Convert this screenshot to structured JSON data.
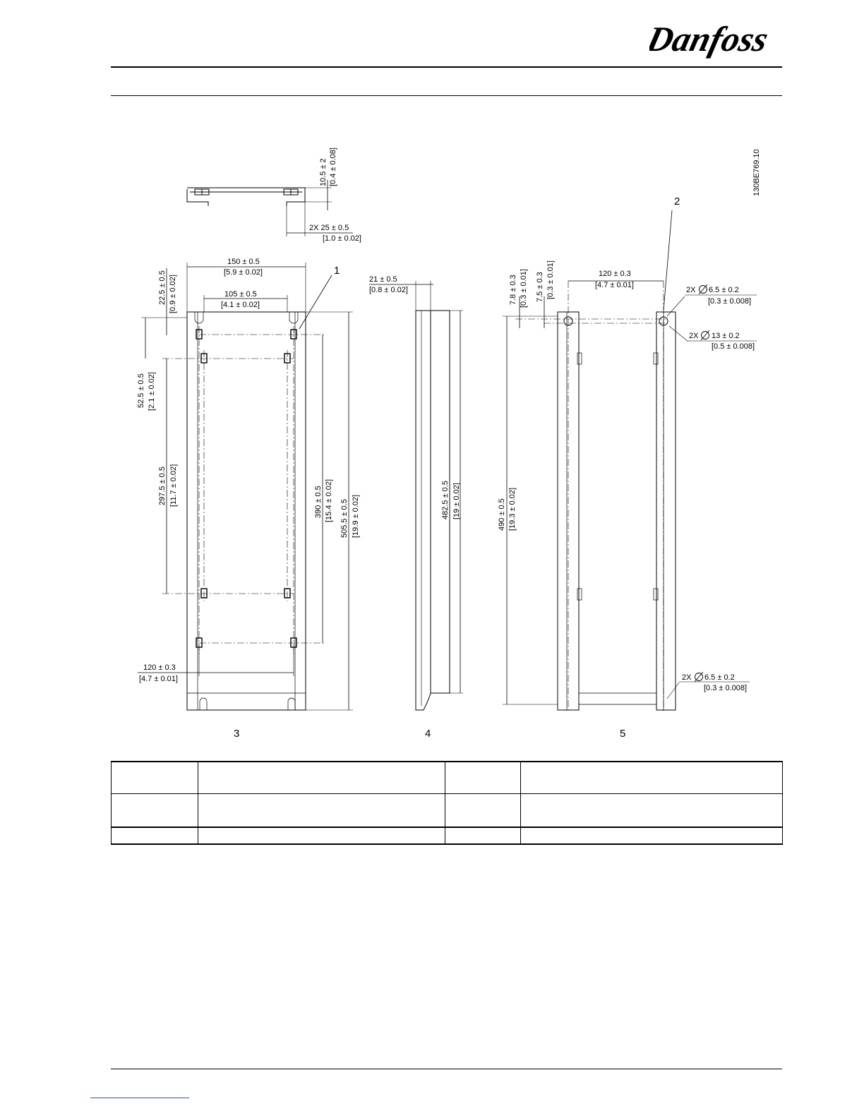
{
  "header": {
    "logo_text": "Danfoss"
  },
  "drawing": {
    "id_code": "130BE769.10",
    "top_view": {
      "dim_height": "10.5 ± 2",
      "dim_height_in": "[0.4 ± 0.08]",
      "dim_width": "2X 25 ± 0.5",
      "dim_width_in": "[1.0 ± 0.02]"
    },
    "front_view": {
      "label": "3",
      "callout": "1",
      "dims": {
        "overall_width": "150 ± 0.5",
        "overall_width_in": "[5.9 ± 0.02]",
        "inner_width": "105 ± 0.5",
        "inner_width_in": "[4.1 ± 0.02]",
        "top_offset": "22.5 ± 0.5",
        "top_offset_in": "[0.9 ± 0.02]",
        "second_offset": "52.5 ± 0.5",
        "second_offset_in": "[2.1 ± 0.02]",
        "hole_span": "297.5 ± 0.5",
        "hole_span_in": "[11.7 ± 0.02]",
        "outer_hole_span": "390 ± 0.5",
        "outer_hole_span_in": "[15.4 ± 0.02]",
        "overall_height": "505.5 ± 0.5",
        "overall_height_in": "[19.9 ± 0.02]",
        "bottom_width": "120 ± 0.3",
        "bottom_width_in": "[4.7 ± 0.01]"
      }
    },
    "side_view": {
      "label": "4",
      "dims": {
        "depth": "21 ± 0.5",
        "depth_in": "[0.8 ± 0.02]",
        "height": "482.5 ± 0.5",
        "height_in": "[19 ± 0.02]"
      }
    },
    "rear_view": {
      "label": "5",
      "callout": "2",
      "dims": {
        "offset_a": "7.8 ± 0.3",
        "offset_a_in": "[0.3 ± 0.01]",
        "offset_b": "7.5 ± 0.3",
        "offset_b_in": "[0.3 ± 0.01]",
        "hole_spacing": "120 ± 0.3",
        "hole_spacing_in": "[4.7 ± 0.01]",
        "top_hole_prefix": "2X",
        "top_hole": "6.5 ± 0.2",
        "top_hole_in": "[0.3 ± 0.008]",
        "slot_prefix": "2X",
        "slot": "13 ± 0.2",
        "slot_in": "[0.5 ± 0.008]",
        "bottom_hole_prefix": "2X",
        "bottom_hole": "6.5 ± 0.2",
        "bottom_hole_in": "[0.3 ± 0.008]",
        "height": "490 ± 0.5",
        "height_in": "[19.3 ± 0.02]"
      }
    }
  }
}
